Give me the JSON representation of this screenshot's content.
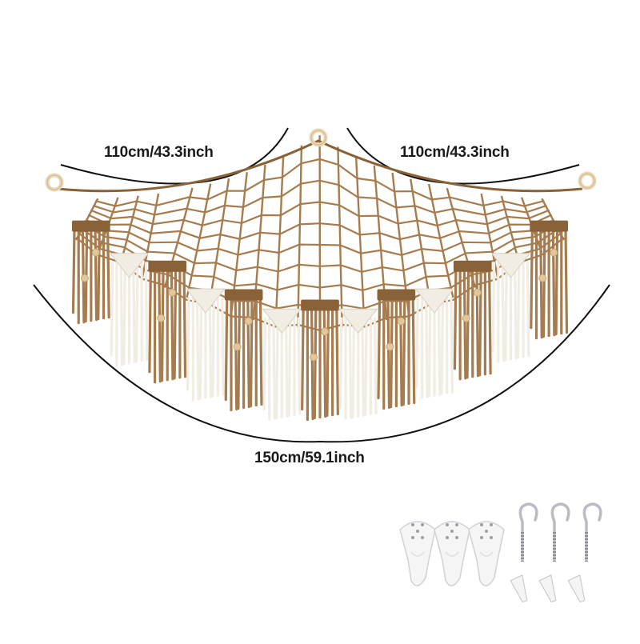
{
  "dimensions": {
    "left_width": "110cm/43.3inch",
    "right_width": "110cm/43.3inch",
    "total_width": "150cm/59.1inch"
  },
  "colors": {
    "jute": "#a67c4e",
    "jute_dark": "#8a6238",
    "cotton": "#f2ede3",
    "bead": "#e2c79a",
    "ring": "#e9d6b4",
    "line": "#111111",
    "hook": "#f5f5f5",
    "metal": "#b9bcc0"
  },
  "icons": [
    "dimension-arc",
    "wooden-ring",
    "wall-hook",
    "screw-hook",
    "wall-anchor"
  ]
}
